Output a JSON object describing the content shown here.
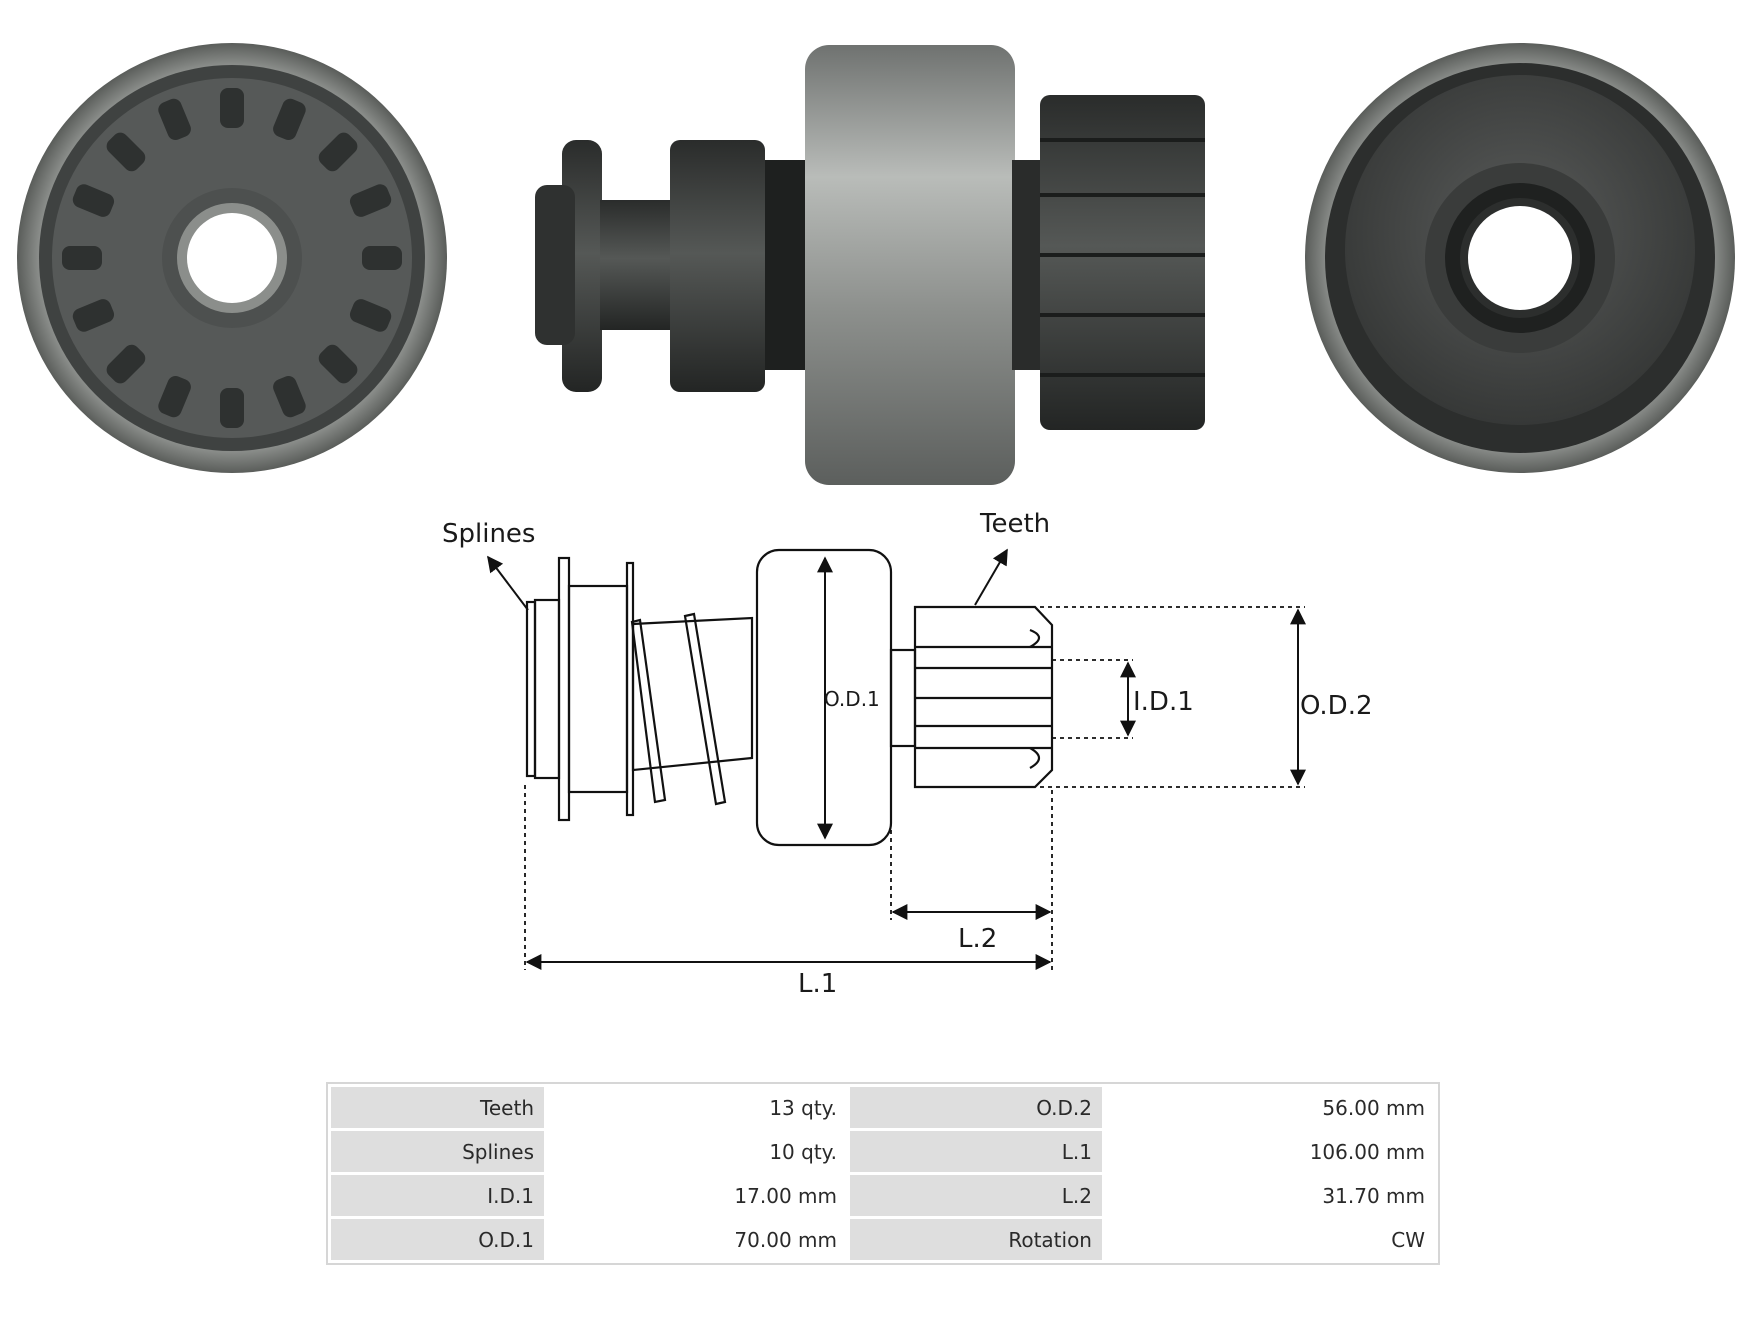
{
  "diagram": {
    "labels": {
      "splines": "Splines",
      "teeth": "Teeth",
      "od1": "O.D.1",
      "id1": "I.D.1",
      "od2": "O.D.2",
      "l2": "L.2",
      "l1": "L.1"
    }
  },
  "specs": [
    {
      "k1": "Teeth",
      "v1": "13 qty.",
      "k2": "O.D.2",
      "v2": "56.00 mm"
    },
    {
      "k1": "Splines",
      "v1": "10 qty.",
      "k2": "L.1",
      "v2": "106.00 mm"
    },
    {
      "k1": "I.D.1",
      "v1": "17.00 mm",
      "k2": "L.2",
      "v2": "31.70 mm"
    },
    {
      "k1": "O.D.1",
      "v1": "70.00 mm",
      "k2": "Rotation",
      "v2": "CW"
    }
  ]
}
